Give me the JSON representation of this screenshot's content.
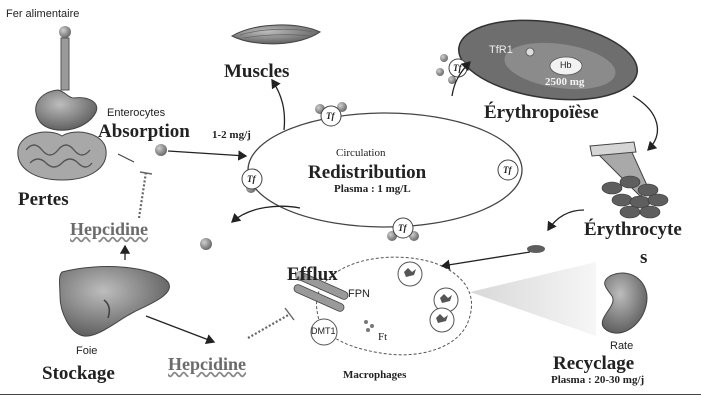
{
  "labels": {
    "fer_alimentaire": "Fer alimentaire",
    "muscles": "Muscles",
    "tfr1": "TfR1",
    "hb": "Hb",
    "hb_amount": "2500 mg",
    "erythropoiese": "Érythropoïèse",
    "enterocytes": "Enterocytes",
    "absorption": "Absorption",
    "absorption_rate": "1-2 mg/j",
    "circulation": "Circulation",
    "redistribution": "Redistribution",
    "plasma_circ": "Plasma : 1 mg/L",
    "pertes": "Pertes",
    "hepcidine_top": "Hepcidine",
    "erythrocytes_a": "Érythrocyte",
    "erythrocytes_b": "s",
    "efflux": "Efflux",
    "fpn": "FPN",
    "dmt1": "DMT1",
    "ft": "Ft",
    "macrophages": "Macrophages",
    "foie": "Foie",
    "stockage": "Stockage",
    "hepcidine_bottom": "Hepcidine",
    "rate": "Rate",
    "recyclage": "Recyclage",
    "plasma_recyclage": "Plasma : 20-30 mg/j"
  },
  "tf": "Tf",
  "colors": {
    "ink": "#222222",
    "iron": "#8a8a8a",
    "organ": "#7a7a7a",
    "rbc": "#5e5e5e",
    "hepcidine": "#6b6b6b"
  }
}
